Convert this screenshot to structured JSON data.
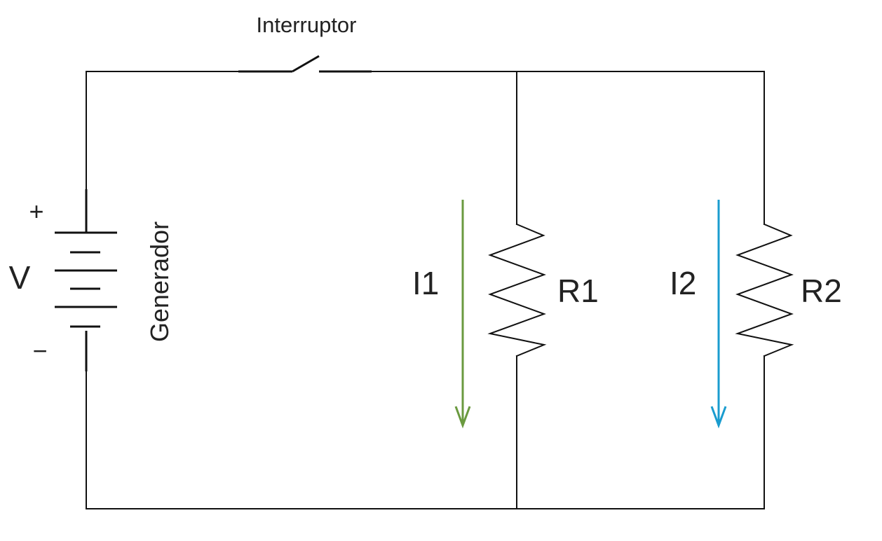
{
  "switch": {
    "label": "Interruptor"
  },
  "generator": {
    "label": "Generador",
    "voltage_label": "V",
    "plus_label": "+",
    "minus_label": "−"
  },
  "branch1": {
    "current_label": "I1",
    "resistor_label": "R1",
    "arrow_color": "#6a9a3f"
  },
  "branch2": {
    "current_label": "I2",
    "resistor_label": "R2",
    "arrow_color": "#1a9ccf"
  }
}
